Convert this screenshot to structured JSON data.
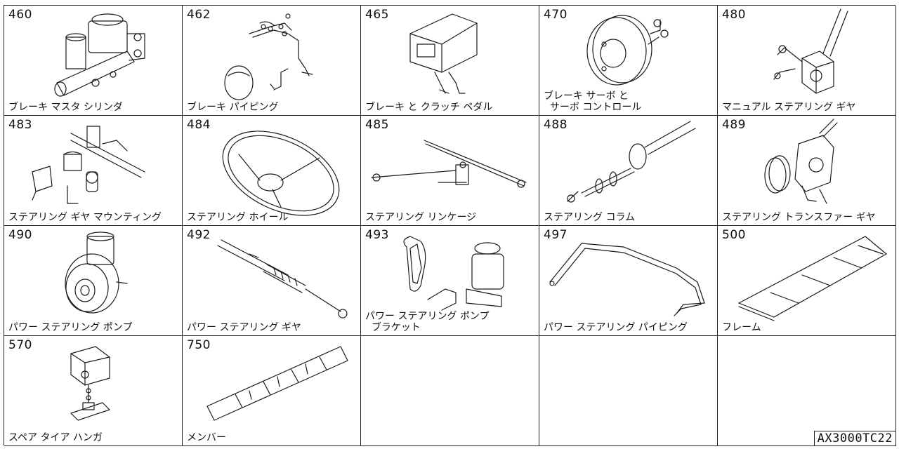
{
  "catalog": {
    "code": "AX3000TC22",
    "parts": [
      {
        "number": "460",
        "name": "ブレーキ マスタ シリンダ"
      },
      {
        "number": "462",
        "name": "ブレーキ パイピング"
      },
      {
        "number": "465",
        "name": "ブレーキ と クラッチ ペダル"
      },
      {
        "number": "470",
        "name": "ブレーキ サーボ と\n  サーボ コントロール"
      },
      {
        "number": "480",
        "name": "マニュアル ステアリング ギヤ"
      },
      {
        "number": "483",
        "name": "ステアリング ギヤ マウンティング"
      },
      {
        "number": "484",
        "name": "ステアリング ホイール"
      },
      {
        "number": "485",
        "name": "ステアリング リンケージ"
      },
      {
        "number": "488",
        "name": "ステアリング コラム"
      },
      {
        "number": "489",
        "name": "ステアリング トランスファー ギヤ"
      },
      {
        "number": "490",
        "name": "パワー ステアリング ポンプ"
      },
      {
        "number": "492",
        "name": "パワー ステアリング ギヤ"
      },
      {
        "number": "493",
        "name": "パワー ステアリング ポンプ\n  ブラケット"
      },
      {
        "number": "497",
        "name": "パワー ステアリング パイピング"
      },
      {
        "number": "500",
        "name": "フレーム"
      },
      {
        "number": "570",
        "name": "スペア タイア ハンガ"
      },
      {
        "number": "750",
        "name": "メンバー"
      }
    ]
  }
}
